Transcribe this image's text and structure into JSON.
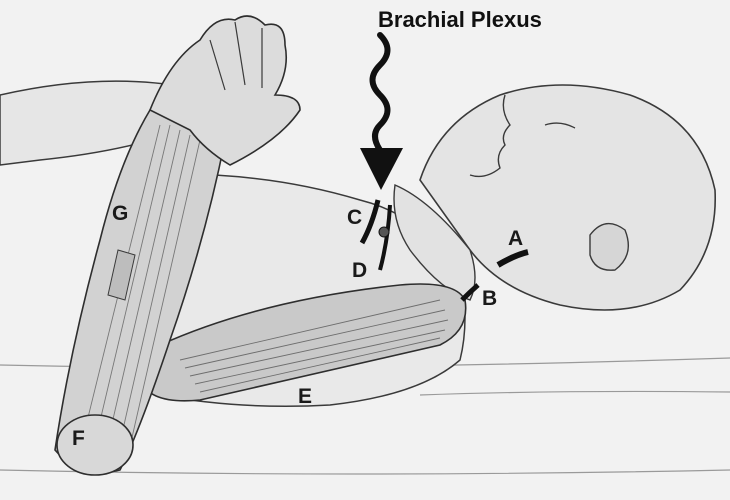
{
  "title": "Brachial Plexus",
  "labels": {
    "a": "A",
    "b": "B",
    "c": "C",
    "d": "D",
    "e": "E",
    "f": "F",
    "g": "G"
  },
  "colors": {
    "background": "#f2f2f2",
    "sketch_line": "#3a3a3a",
    "shading": "#b8b8b8",
    "arrow": "#111111"
  }
}
